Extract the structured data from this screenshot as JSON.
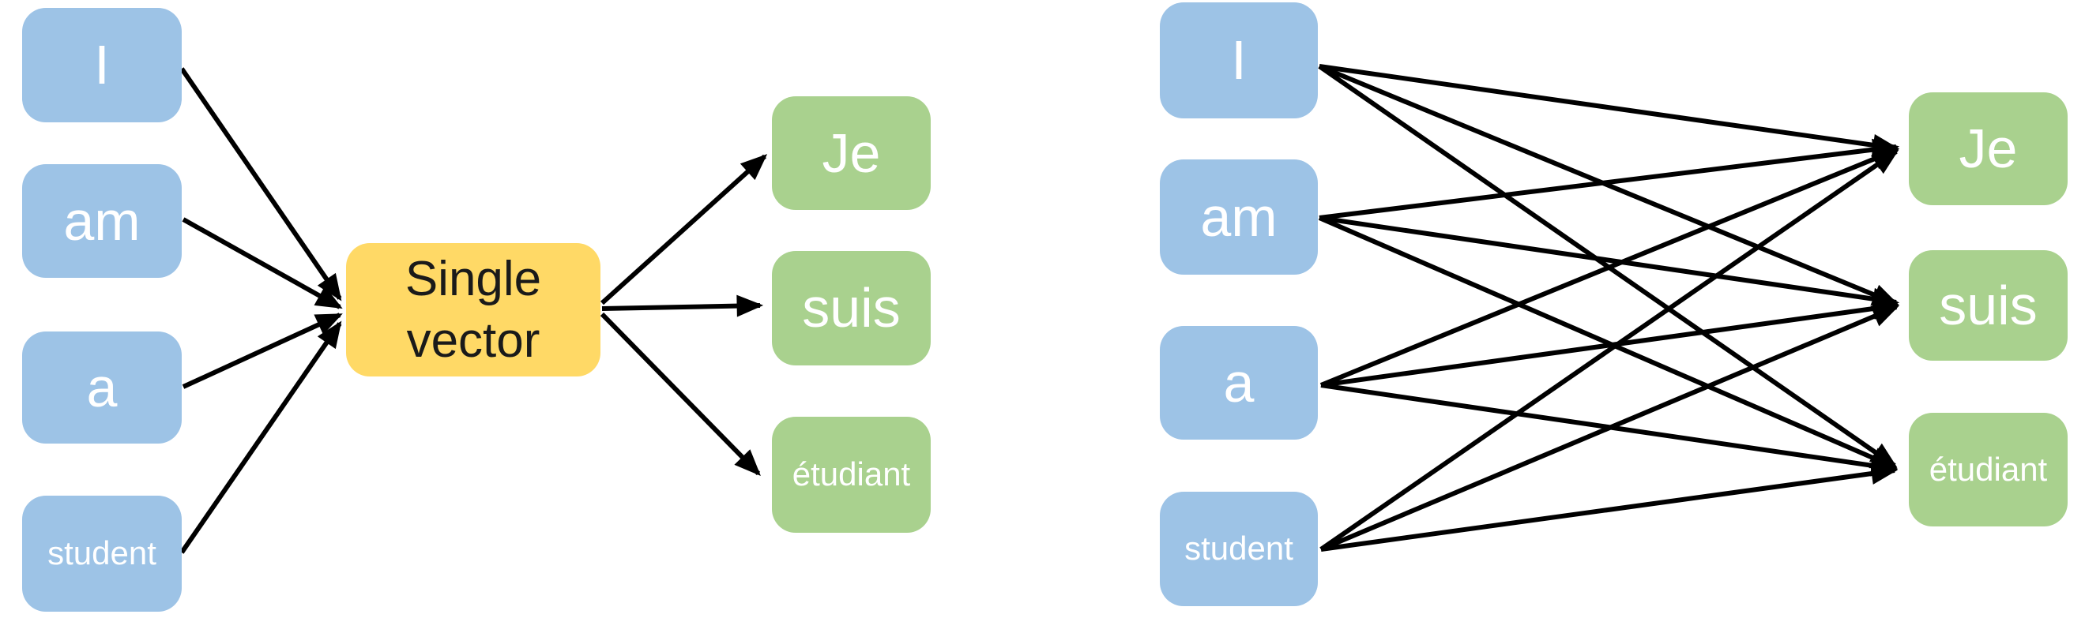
{
  "colors": {
    "input_box": "#9DC3E6",
    "output_box": "#A9D18E",
    "vector_box": "#FFD966",
    "arrow": "#000000",
    "node_text": "#FFFFFF",
    "vector_text": "#1A1A1A",
    "background": "#FFFFFF"
  },
  "diagrams": {
    "left": {
      "inputs": [
        "I",
        "am",
        "a",
        "student"
      ],
      "bottleneck": "Single vector",
      "outputs": [
        "Je",
        "suis",
        "étudiant"
      ],
      "connections": "all inputs converge into Single vector; Single vector fans out to all outputs"
    },
    "right": {
      "inputs": [
        "I",
        "am",
        "a",
        "student"
      ],
      "outputs": [
        "Je",
        "suis",
        "étudiant"
      ],
      "connections": "every input connects to every output"
    }
  }
}
